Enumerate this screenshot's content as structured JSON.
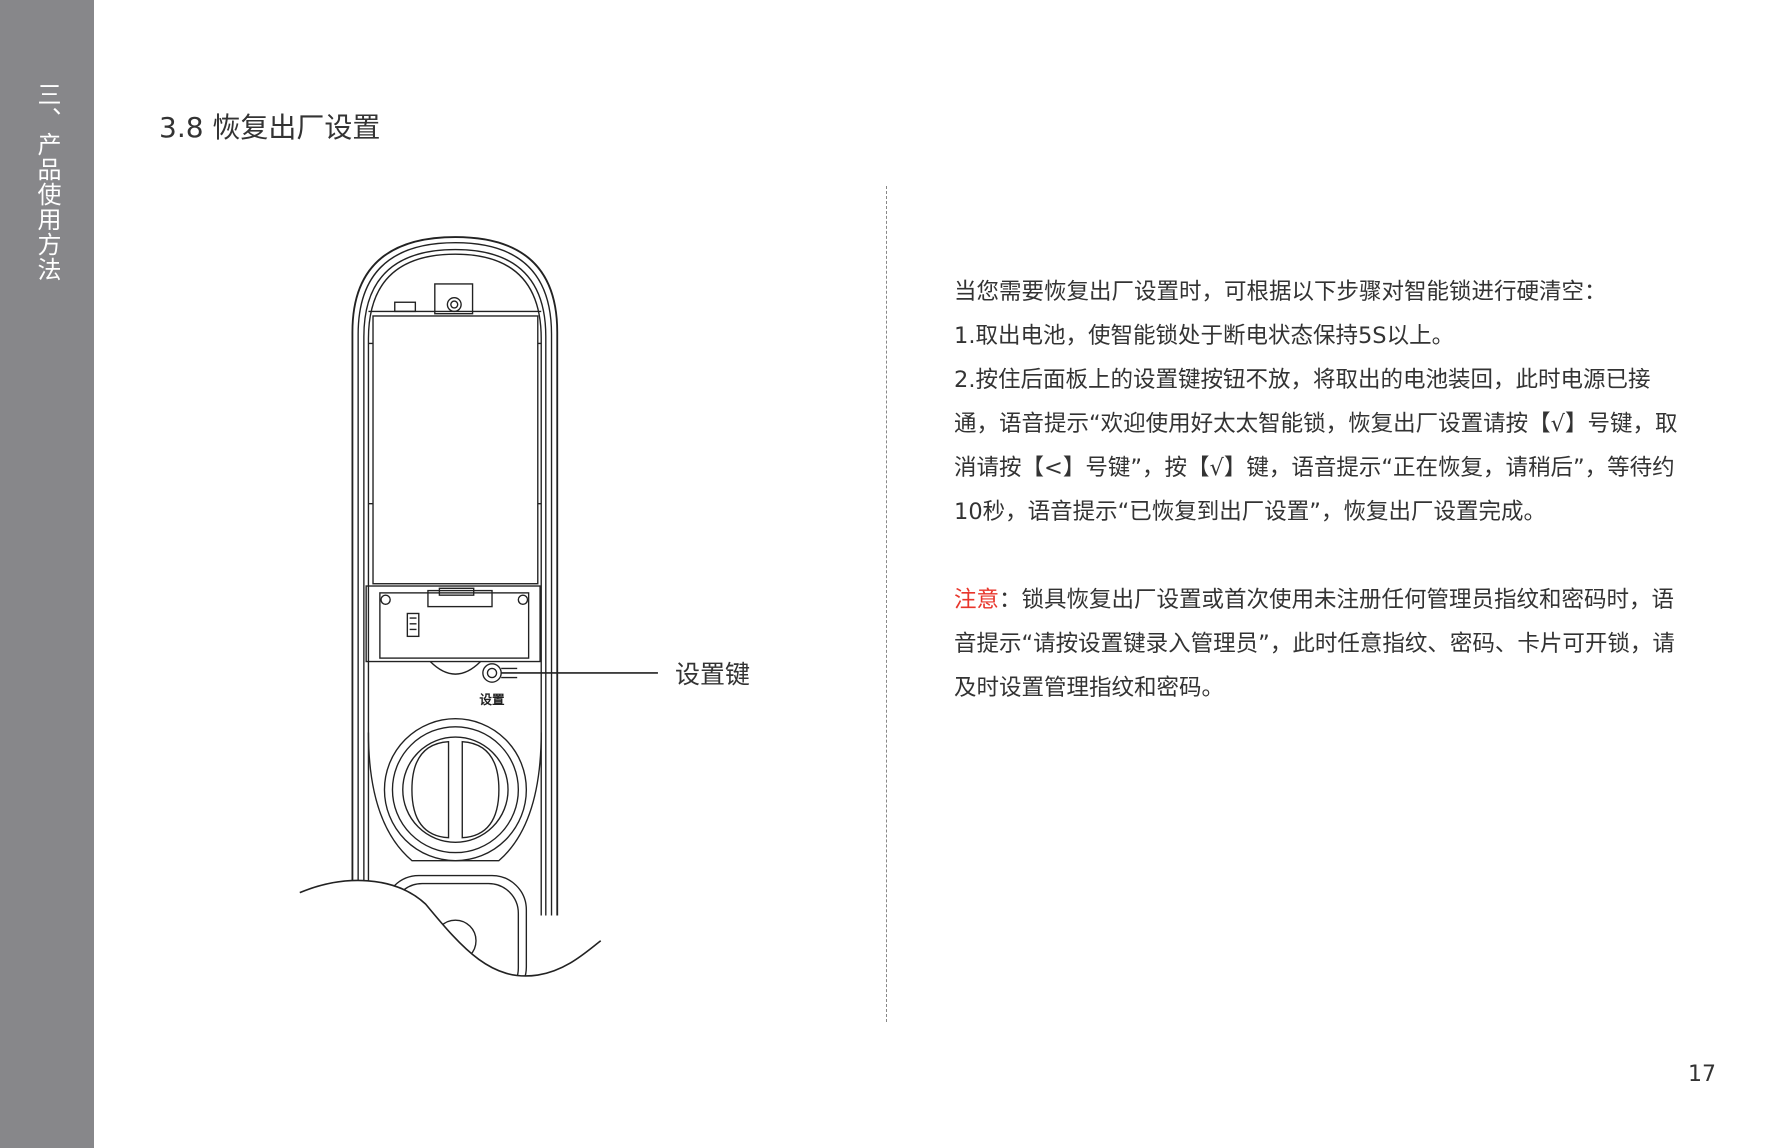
{
  "sidebar": {
    "section_label": "三、产品使用方法"
  },
  "page": {
    "title": "3.8 恢复出厂设置",
    "page_number": "17"
  },
  "illustration": {
    "button_small_label": "设置",
    "callout_label": "设置键"
  },
  "content": {
    "paragraphs": [
      "当您需要恢复出厂设置时，可根据以下步骤对智能锁进行硬清空：",
      "1.取出电池，使智能锁处于断电状态保持5S以上。",
      "2.按住后面板上的设置键按钮不放，将取出的电池装回，此时电源已接通，语音提示“欢迎使用好太太智能锁，恢复出厂设置请按【√】号键，取消请按【<】号键”，按【√】键，语音提示“正在恢复，请稍后”，等待约10秒，语音提示“已恢复到出厂设置”，恢复出厂设置完成。"
    ],
    "note_label": "注意",
    "note_text": "：锁具恢复出厂设置或首次使用未注册任何管理员指纹和密码时，语音提示“请按设置键录入管理员”，此时任意指纹、密码、卡片可开锁，请及时设置管理指纹和密码。"
  },
  "colors": {
    "sidebar": "#87878a",
    "note": "#e8352b"
  }
}
